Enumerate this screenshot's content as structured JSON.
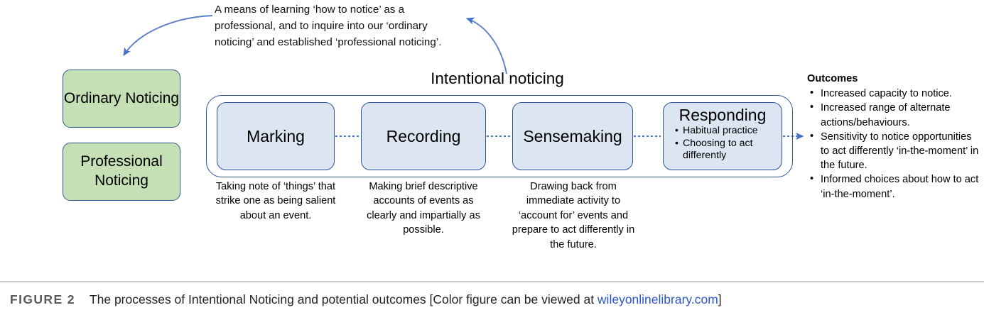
{
  "figure": {
    "label": "FIGURE 2",
    "caption_before_link": "The processes of Intentional Noticing and potential outcomes [Color figure can be viewed at ",
    "link_text": "wileyonlinelibrary.com",
    "caption_after_link": "]"
  },
  "note": {
    "text": "A means of learning ‘how to notice’ as a professional, and to inquire into our ‘ordinary noticing’ and established ‘professional noticing’."
  },
  "noticing_types": [
    {
      "label": "Ordinary Noticing"
    },
    {
      "label": "Professional Noticing"
    }
  ],
  "process": {
    "title": "Intentional noticing",
    "steps": [
      {
        "name": "Marking",
        "description": "Taking note of ‘things’ that strike one as being salient about an event.",
        "bullets": []
      },
      {
        "name": "Recording",
        "description": "Making brief descriptive accounts of events as clearly and impartially as possible.",
        "bullets": []
      },
      {
        "name": "Sensemaking",
        "description": "Drawing back from immediate activity to ‘account for’ events and prepare to act differently in the future.",
        "bullets": []
      },
      {
        "name": "Responding",
        "description": "",
        "bullets": [
          "Habitual practice",
          "Choosing to act differently"
        ]
      }
    ]
  },
  "outcomes": {
    "heading": "Outcomes",
    "items": [
      "Increased capacity to notice.",
      "Increased range of alternate actions/behaviours.",
      "Sensitivity to notice opportunities to act differently ‘in-the-moment’ in the future.",
      "Informed choices about how to act ‘in-the-moment’."
    ]
  },
  "colors": {
    "green_fill": "#c5e0b4",
    "blue_fill": "#dce6f2",
    "border_blue": "#2f5597",
    "arrow_blue": "#4472c4",
    "connector_blue": "#4472c4",
    "link_blue": "#2b56c6",
    "caption_label": "#58595b"
  }
}
